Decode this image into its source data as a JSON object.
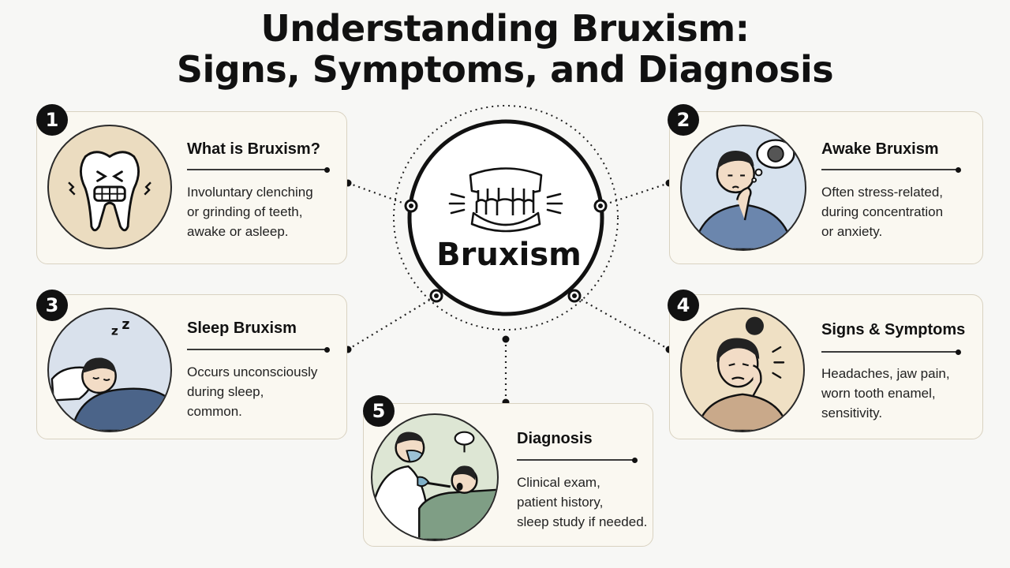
{
  "title": {
    "line1": "Understanding Bruxism:",
    "line2": "Signs, Symptoms, and Diagnosis"
  },
  "hub": {
    "label": "Bruxism",
    "icon": "teeth-icon"
  },
  "cards": [
    {
      "number": "1",
      "title": "What is Bruxism?",
      "icon": "grimacing-tooth-icon",
      "lines": [
        "Involuntary clenching",
        "or grinding of teeth,",
        "awake or asleep."
      ]
    },
    {
      "number": "2",
      "title": "Awake Bruxism",
      "icon": "stressed-person-icon",
      "lines": [
        "Often stress-related,",
        "during concentration",
        "or anxiety."
      ]
    },
    {
      "number": "3",
      "title": "Sleep Bruxism",
      "icon": "sleeping-person-icon",
      "lines": [
        "Occurs unconsciously",
        "during sleep,",
        "common."
      ]
    },
    {
      "number": "4",
      "title": "Signs & Symptoms",
      "icon": "jaw-pain-icon",
      "lines": [
        "Headaches, jaw pain,",
        "worn tooth enamel,",
        "sensitivity."
      ]
    },
    {
      "number": "5",
      "title": "Diagnosis",
      "icon": "dentist-exam-icon",
      "lines": [
        "Clinical exam,",
        "patient history,",
        "sleep study if needed."
      ]
    }
  ],
  "colors": {
    "card_bg": "#faf8f1",
    "card_border": "#d9d2c1",
    "illus_1": "#ebdcc0",
    "illus_2": "#d7e2ee",
    "illus_3": "#d9e1ec",
    "illus_4": "#efe0c4",
    "illus_5": "#dde6d4",
    "accent_dark": "#111111"
  }
}
